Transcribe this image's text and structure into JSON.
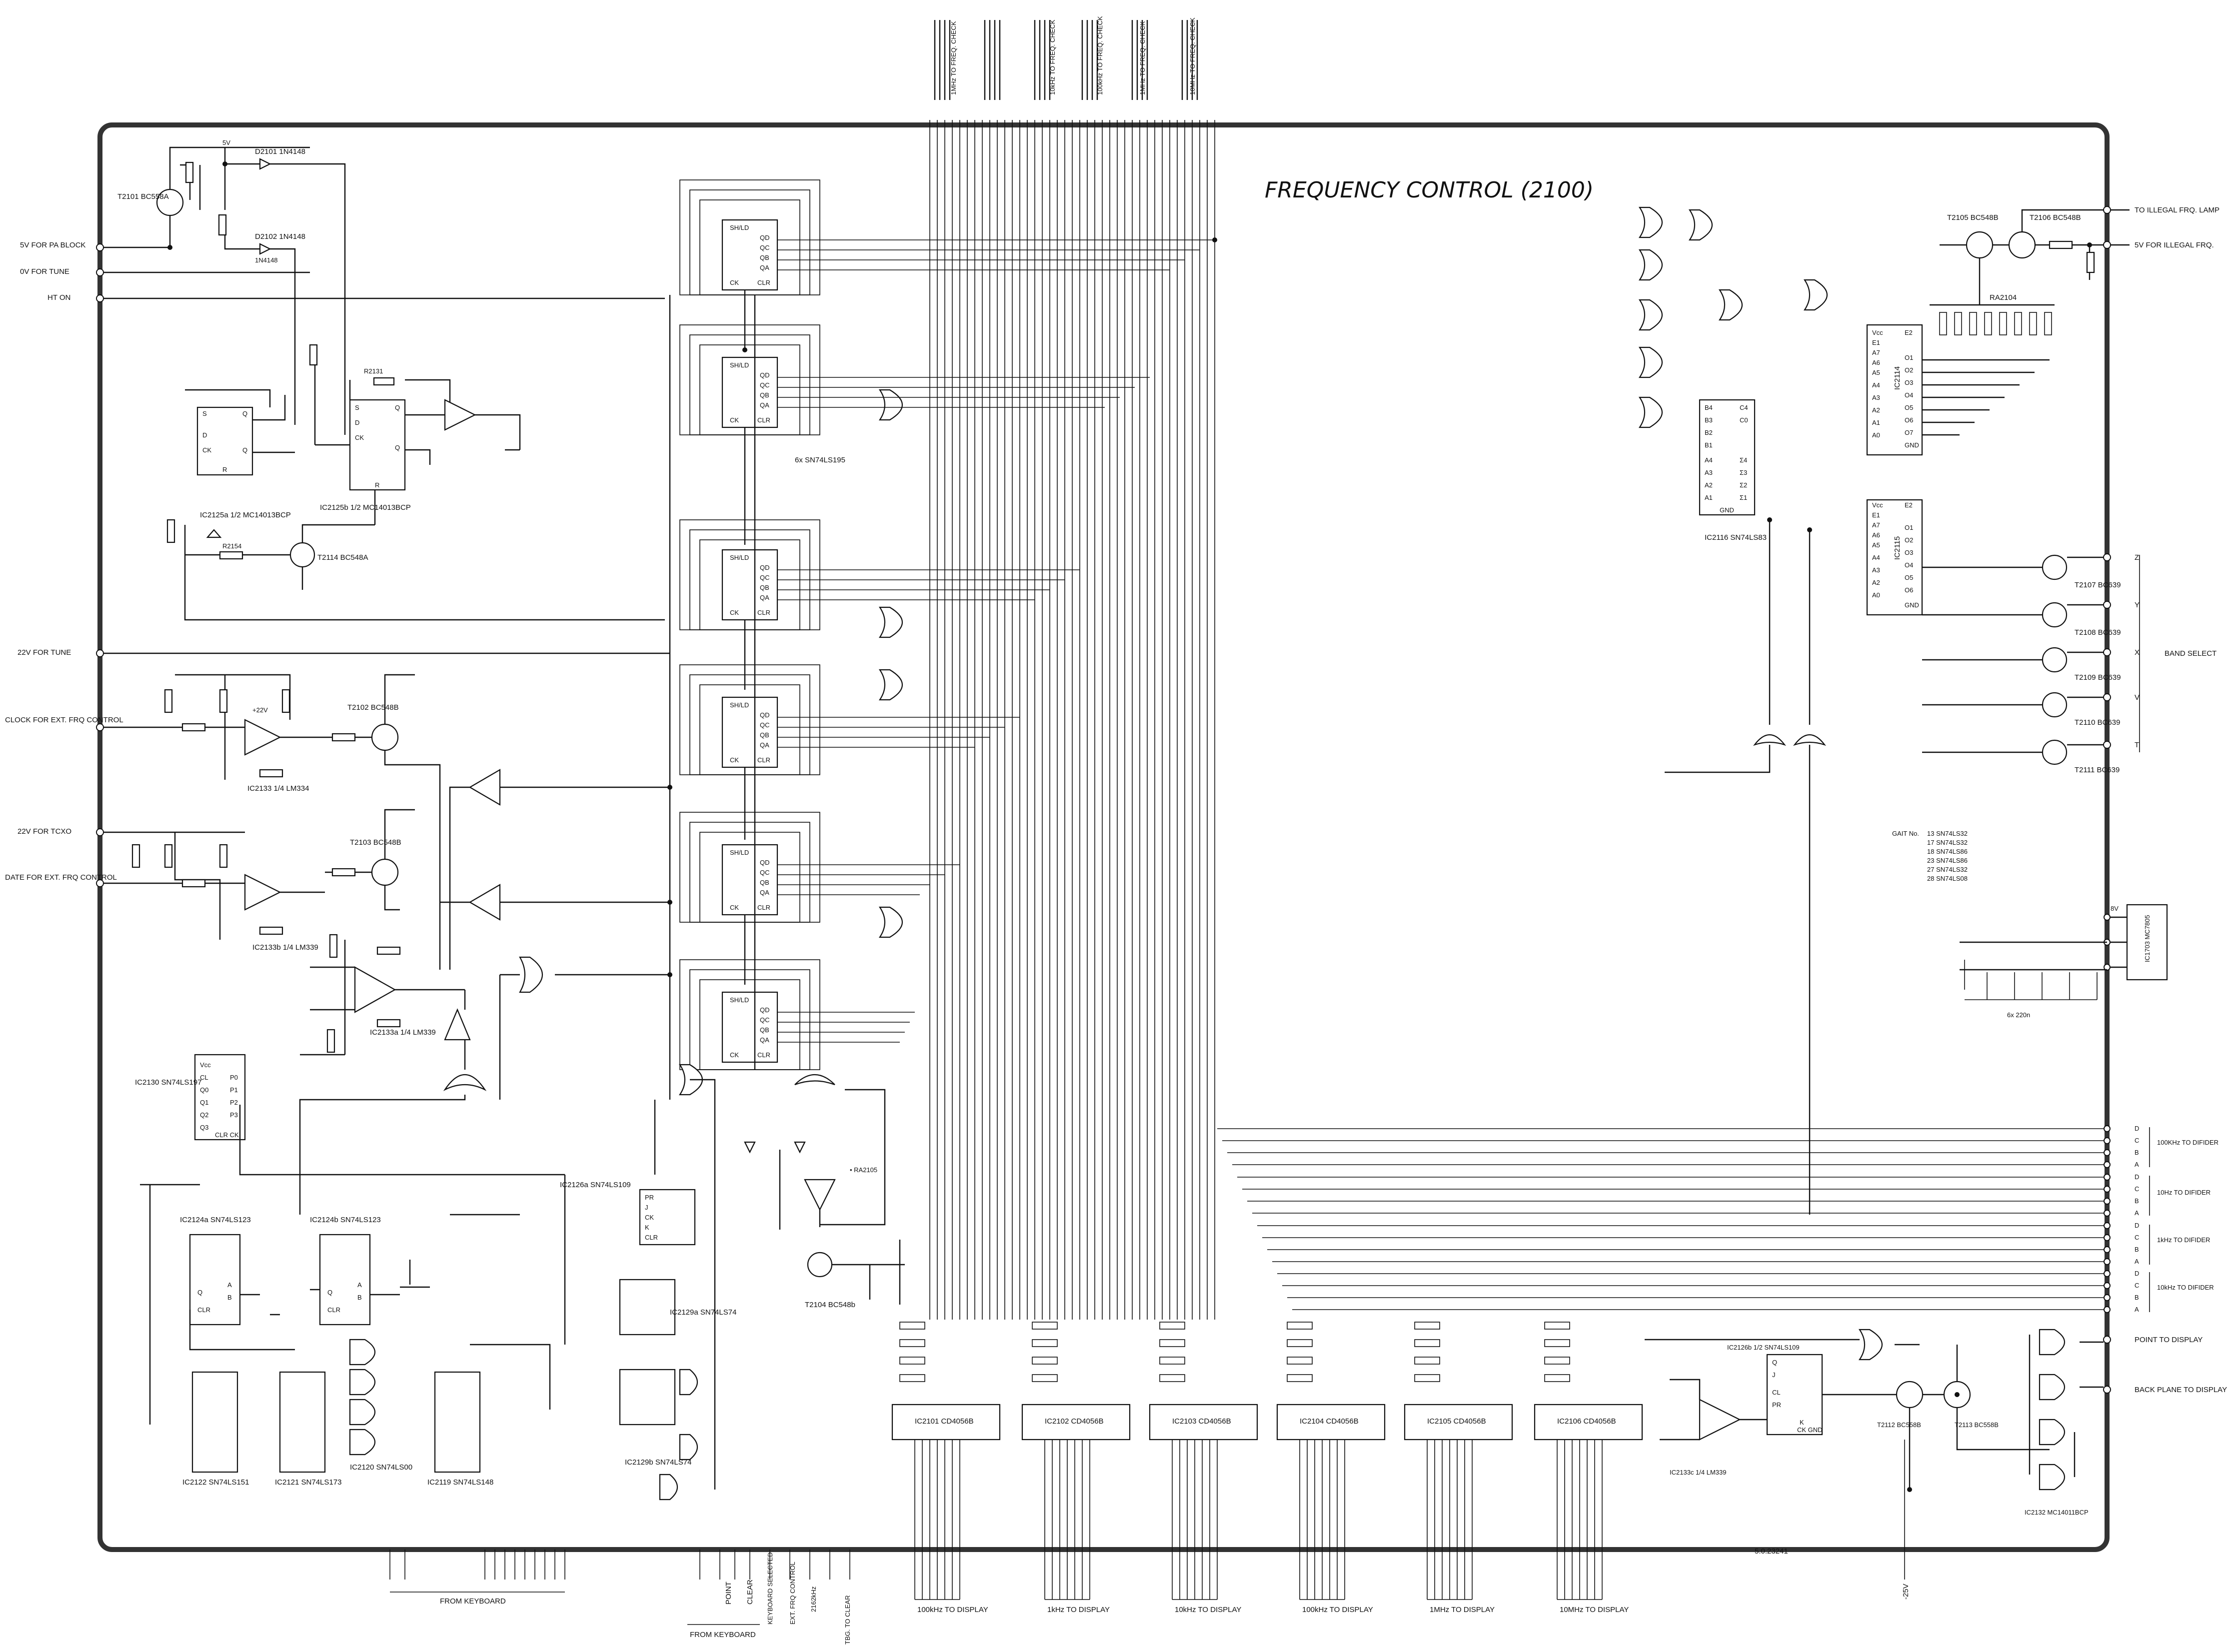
{
  "title": "FREQUENCY CONTROL (2100)",
  "drawing_number": "5.0.23241",
  "left_inputs": [
    {
      "label": "5V FOR PA BLOCK"
    },
    {
      "label": "0V FOR TUNE"
    },
    {
      "label": "HT ON"
    },
    {
      "label": "22V FOR TUNE"
    },
    {
      "label": "CLOCK FOR EXT. FRQ CONTROL"
    },
    {
      "label": "22V FOR TCXO"
    },
    {
      "label": "DATE FOR EXT. FRQ CONTROL"
    }
  ],
  "top_freq_check": [
    "1MHz TO FREQ. CHECK",
    "10kHz TO FREQ. CHECK",
    "100kHz TO FREQ. CHECK",
    "1MHz TO FREQ. CHECK",
    "10MHz TO FREQ. CHECK"
  ],
  "right_outputs": {
    "illegal_lamp": "TO ILLEGAL FRQ. LAMP",
    "illegal_5v": "5V FOR ILLEGAL FRQ.",
    "band_select": "BAND SELECT",
    "band_letters": [
      "Z",
      "Y",
      "X",
      "V",
      "T"
    ],
    "difider_groups": [
      "100KHz TO DIFIDER",
      "10Hz TO DIFIDER",
      "1kHz TO DIFIDER",
      "10kHz TO DIFIDER"
    ],
    "dcba": [
      "D",
      "C",
      "B",
      "A"
    ],
    "point": "POINT TO DISPLAY",
    "back_plane": "BACK PLANE TO DISPLAY"
  },
  "gait_table": {
    "title": "GAIT No.",
    "rows": [
      "13 SN74LS32",
      "17 SN74LS32",
      "18 SN74LS86",
      "23 SN74LS86",
      "27 SN74LS32",
      "28 SN74LS08"
    ]
  },
  "bottom_labels": {
    "from_keyboard_1": "FROM KEYBOARD",
    "from_keyboard_2": "FROM KEYBOARD",
    "point": "POINT",
    "clear": "CLEAR",
    "keyboard_selected": "KEYBOARD SELECTED",
    "ext_frq_control": "EXT. FRQ CONTROL",
    "f2162": "2162kHz",
    "tbg_clear": "TBG. TO CLEAR",
    "minus25": "-25V",
    "displays": [
      "100kHz TO DISPLAY",
      "1kHz TO DISPLAY",
      "10kHz TO DISPLAY",
      "100kHz TO DISPLAY",
      "1MHz TO DISPLAY",
      "10MHz TO DISPLAY"
    ]
  },
  "shift_registers_note": "6x SN74LS195",
  "capacitor_note": "6x 220n",
  "components": {
    "t2101": "T2101 BC558A",
    "d2101": "D2101 1N4148",
    "d2102": "D2102 1N4148",
    "ic2125a": "IC2125a 1/2 MC14013BCP",
    "ic2125b": "IC2125b 1/2 MC14013BCP",
    "t2114": "T2114 BC548A",
    "ic2133c_top": "IC2133 1/4 LM334",
    "ic2133b": "IC2133b 1/4 LM339",
    "ic2133a": "IC2133a 1/4 LM339",
    "t2102": "T2102 BC548B",
    "t2103": "T2103 BC548B",
    "ic2130": "IC2130 SN74LS197",
    "ic2124a": "IC2124a SN74LS123",
    "ic2124b": "IC2124b SN74LS123",
    "ic2126a": "IC2126a SN74LS109",
    "ic2129a": "IC2129a SN74LS74",
    "ic2129b": "IC2129b SN74LS74",
    "ic2122": "IC2122 SN74LS151",
    "ic2121": "IC2121 SN74LS173",
    "ic2120": "IC2120 SN74LS00",
    "ic2119": "IC2119 SN74LS148",
    "t2104": "T2104 BC548b",
    "ic2116": "IC2116 SN74LS83",
    "ic2114": "IC2114",
    "ic2115": "IC2115",
    "t2105": "T2105 BC548B",
    "t2106": "T2106 BC548B",
    "t2107": "T2107 BC639",
    "t2108": "T2108 BC639",
    "t2109": "T2109 BC639",
    "t2110": "T2110 BC639",
    "t2111": "T2111 BC639",
    "ic1703": "IC1703 MC7805",
    "ic2126b": "IC2126b 1/2 SN74LS109",
    "ic2133c": "IC2133c 1/4 LM339",
    "t2112": "T2112 BC558B",
    "t2113": "T2113 BC558B",
    "ic2132": "IC2132 MC14011BCP",
    "ra2104": "RA2104",
    "decoders": [
      "IC2101 CD4056B",
      "IC2102 CD4056B",
      "IC2103 CD4056B",
      "IC2104 CD4056B",
      "IC2105 CD4056B",
      "IC2106 CD4056B"
    ]
  },
  "supply": {
    "v5": "5V",
    "v22": "+22V",
    "v8": "8V"
  }
}
